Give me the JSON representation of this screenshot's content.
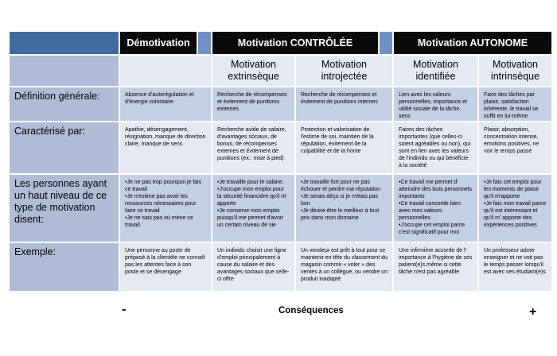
{
  "headers": {
    "demotivation": "Démotivation",
    "controlled": "Motivation CONTRÔLÉE",
    "autonomous": "Motivation AUTONOME"
  },
  "subheaders": {
    "extrinsic": "Motivation extrinsèque",
    "introjected": "Motivation introjectée",
    "identified": "Motivation identifiée",
    "intrinsic": "Motivation intrinsèque"
  },
  "rows": [
    {
      "label": "Définition générale:",
      "cells": [
        [
          "Absence d'autorégulation et d'énergie volontaire"
        ],
        [
          "Recherche de récompenses et évitement de punitions externes"
        ],
        [
          "Recherche de récompenses et évitement de punitions internes"
        ],
        [
          "Lien avec les valeurs personnelles, importance et utilité sociale de la tâche, sens"
        ],
        [
          "Faire des tâches par plaisir, satisfaction inhérente, le travail se suffit en lui-même"
        ]
      ]
    },
    {
      "label": "Caractérisé par:",
      "cells": [
        [
          "Apathie, désengagement, résignation, manque de direction claire, manque de sens"
        ],
        [
          "Recherche avide de salaire, d'avantages sociaux, de bonus, de récompenses externes et évitement de punitions (ex.: mise à pied)"
        ],
        [
          "Protection et valorisation de l'estime de soi, maintien de la réputation, évitement de la culpabilité et de la honte"
        ],
        [
          "Faires des tâches importantes (que celles-ci soient agréables ou non), qui sont en lien avec les valeurs de l'individu ou qui bénéficie à la société"
        ],
        [
          "Plaisir, absorption, concentration intense, émotions positives, ne voir le temps passé"
        ]
      ]
    },
    {
      "label": "Les personnes ayant un haut niveau de ce type de motivation disent:",
      "cells": [
        [
          "•Je ne pas trop pourquoi je fais ce travail",
          "•Je n'estime pas avoir les ressources nécessaires pour faire ce travail",
          "•Je ne sais pas où mène ce travail."
        ],
        [
          "•Je travaille pour le salaire.",
          "•J'occupe mon emploi pour la sécurité financière qu'il m' apporte",
          "•Je conserve mon emploi puisqu'il me permet d'avoir un certain niveau de vie"
        ],
        [
          "•Je travaille fort pour ne pas échouer et perdre ma réputation",
          "•Je serais déçu si je n'étais pas bon",
          "•Je désire être le meilleur à tout prix dans mon domaine"
        ],
        [
          "•Ce travail me permet d' atteindre des buts personnels importants",
          "•Ce travail concorde bien avec mes valeurs personnelles",
          "•J'occupe cet emploi parce c'est significatif pour moi"
        ],
        [
          "•Je fais cet emploi pour les moments de plaisir qu'il m'apporte",
          "•Je fais mon travail parce qu'il est intéressant et qu'il m' apporte des expériences positives"
        ]
      ]
    },
    {
      "label": "Exemple:",
      "cells": [
        [
          "Une personne au poste de préposé à la clientèle ne connaît pas les attentes face à son poste et se désengage"
        ],
        [
          "Un individu choisit une ligne d'emploi principalement à cause du salaire et des avantages sociaux que celle-ci offre"
        ],
        [
          "Un vendeur est prêt à tout pour se maintenir en tête du classement du magasin comme « voler » des ventes à un collègue, ou vendre un produit inadapté"
        ],
        [
          "Une infirmière accorde de l' importance à l'hygiène de ses patient(e)s même si cette tâche n'est pas agréable"
        ],
        [
          "Un professeur adore enseigner et ne voit pas le temps passer lorsqu'il est avec ses étudiant(e)s"
        ]
      ]
    }
  ],
  "footer": {
    "minus": "-",
    "title": "Conséquences",
    "plus": "+"
  },
  "colors": {
    "header_black": "#0a0a0a",
    "header_blue": "#3f6ba3",
    "row_dark": "#c3cfe3",
    "row_light": "#e4e9f2"
  }
}
